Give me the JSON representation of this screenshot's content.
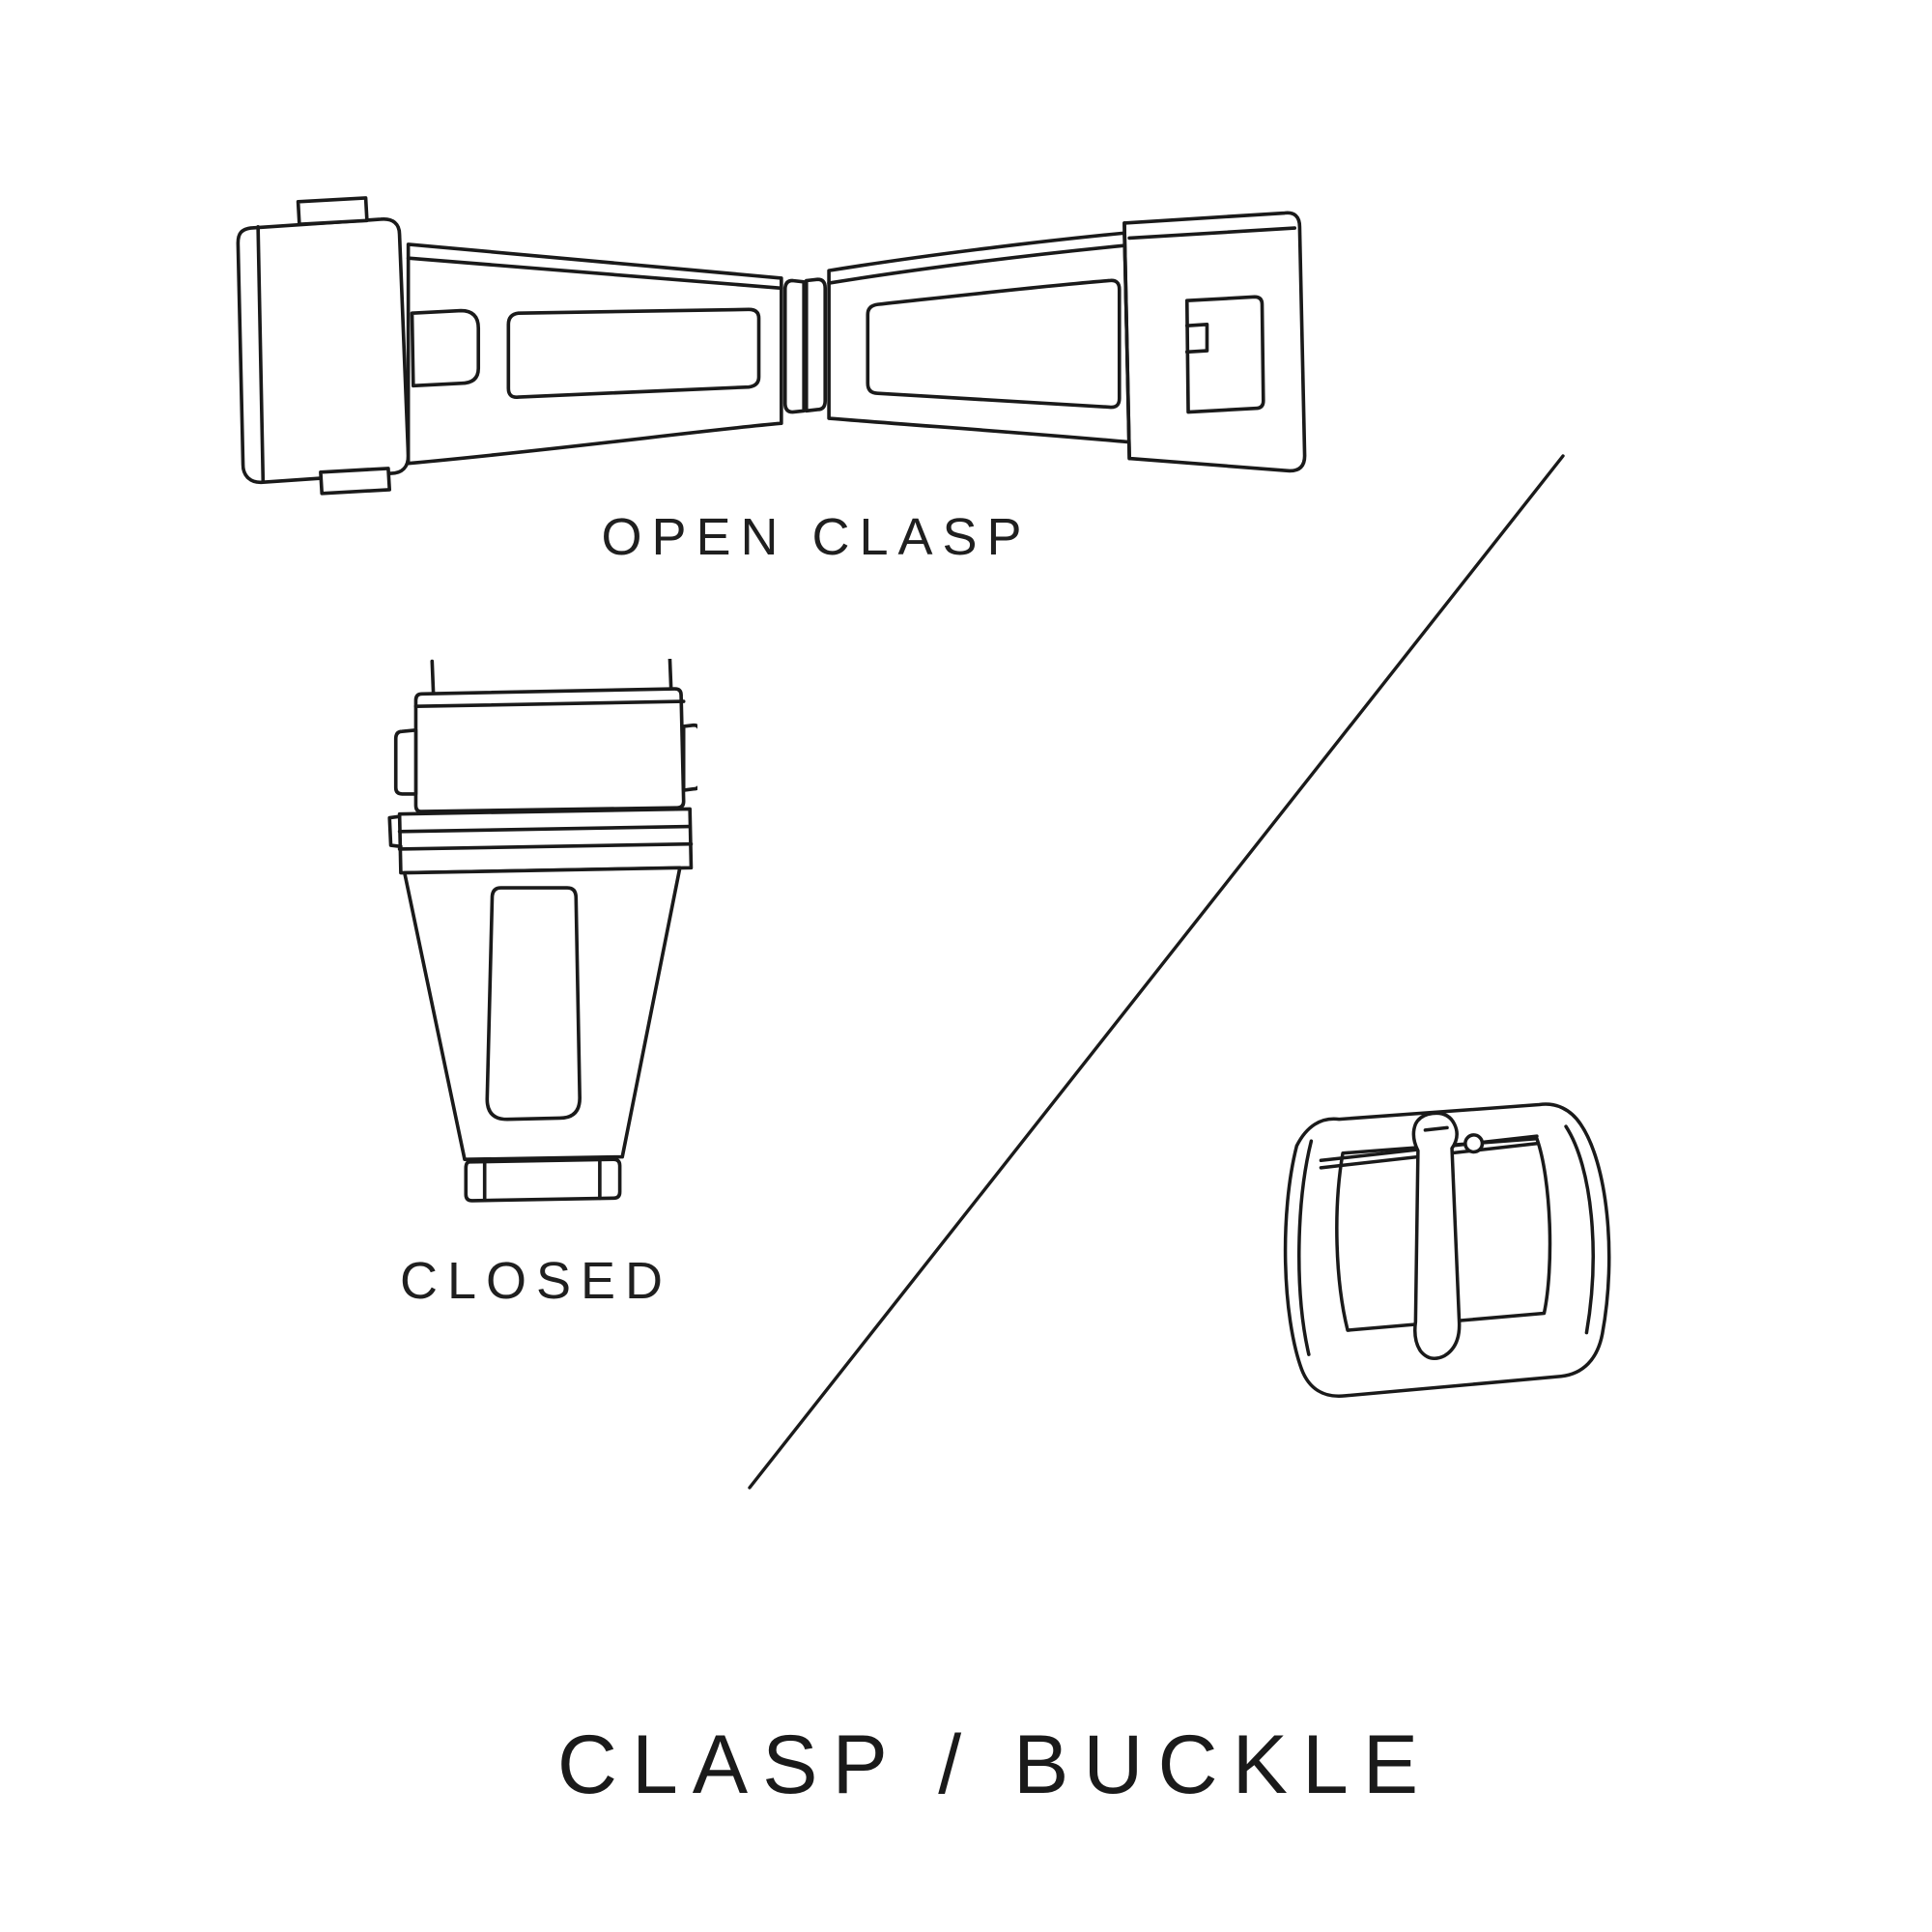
{
  "page": {
    "title": "CLASP / BUCKLE",
    "background_color": "#ffffff",
    "line_color": "#1a1a1a",
    "text_color": "#1f1f1f"
  },
  "labels": {
    "open_clasp": "OPEN CLASP",
    "closed": "CLOSED"
  },
  "illustrations": [
    {
      "icon": "open-clasp-illustration",
      "caption": "OPEN CLASP",
      "position": "top"
    },
    {
      "icon": "closed-clasp-illustration",
      "caption": "CLOSED",
      "position": "middle-left"
    },
    {
      "icon": "tang-buckle-illustration",
      "caption": "",
      "position": "bottom-right"
    }
  ],
  "divider": {
    "type": "diagonal-line"
  }
}
